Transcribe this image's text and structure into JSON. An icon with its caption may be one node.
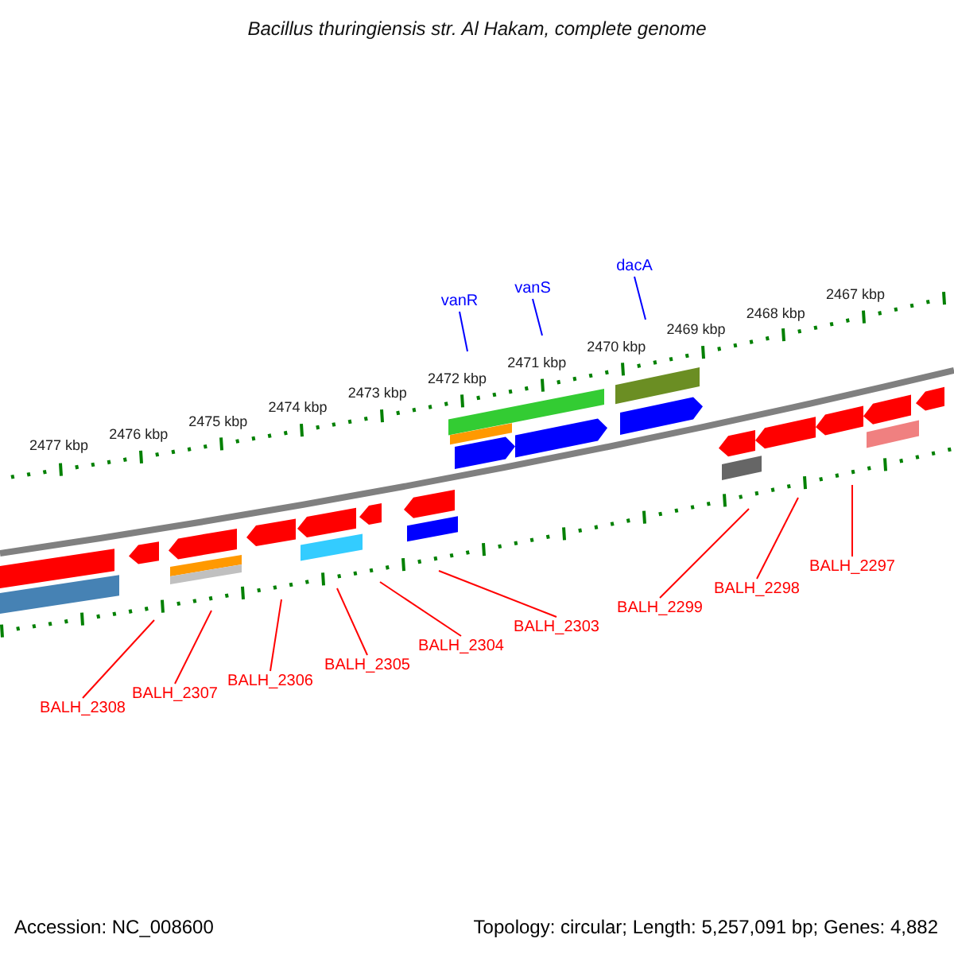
{
  "diagram": {
    "title": "Bacillus thuringiensis str. Al Hakam, complete genome",
    "nodes": [
      {
        "text": [
          "vanR"
        ]
      },
      {
        "text": [
          "vanS"
        ]
      },
      {
        "text": [
          "dacA"
        ]
      },
      {
        "text": [
          "BALH_2308"
        ]
      },
      {
        "text": [
          "BALH_2307"
        ]
      },
      {
        "text": [
          "BALH_2306"
        ]
      },
      {
        "text": [
          "BALH_2305"
        ]
      },
      {
        "text": [
          "BALH_2304"
        ]
      },
      {
        "text": [
          "BALH_2303"
        ]
      },
      {
        "text": [
          "BALH_2299"
        ]
      },
      {
        "text": [
          "BALH_2298"
        ]
      },
      {
        "text": [
          "BALH_2297"
        ]
      }
    ],
    "edges": [
      {
        "from": 0,
        "to": null,
        "arrow": "none",
        "color": "#0000ff"
      },
      {
        "from": 1,
        "to": null,
        "arrow": "none",
        "color": "#0000ff"
      },
      {
        "from": 2,
        "to": null,
        "arrow": "none",
        "color": "#0000ff"
      },
      {
        "from": 3,
        "to": null,
        "arrow": "none"
      },
      {
        "from": 4,
        "to": null,
        "arrow": "none"
      },
      {
        "from": 5,
        "to": null,
        "arrow": "none"
      },
      {
        "from": 6,
        "to": null,
        "arrow": "none"
      },
      {
        "from": 7,
        "to": null,
        "arrow": "none"
      },
      {
        "from": 8,
        "to": null,
        "arrow": "none"
      },
      {
        "from": 9,
        "to": null,
        "arrow": "none"
      },
      {
        "from": 10,
        "to": null,
        "arrow": "none"
      },
      {
        "from": 11,
        "to": null,
        "arrow": "none"
      }
    ],
    "labels": [
      "2477 kbp",
      "2476 kbp",
      "2475 kbp",
      "2474 kbp",
      "2473 kbp",
      "2472 kbp",
      "2471 kbp",
      "2470 kbp",
      "2469 kbp",
      "2468 kbp",
      "2467 kbp",
      "Accession: NC_008600",
      "Topology: circular; Length: 5,257,091 bp; Genes: 4,882"
    ]
  }
}
